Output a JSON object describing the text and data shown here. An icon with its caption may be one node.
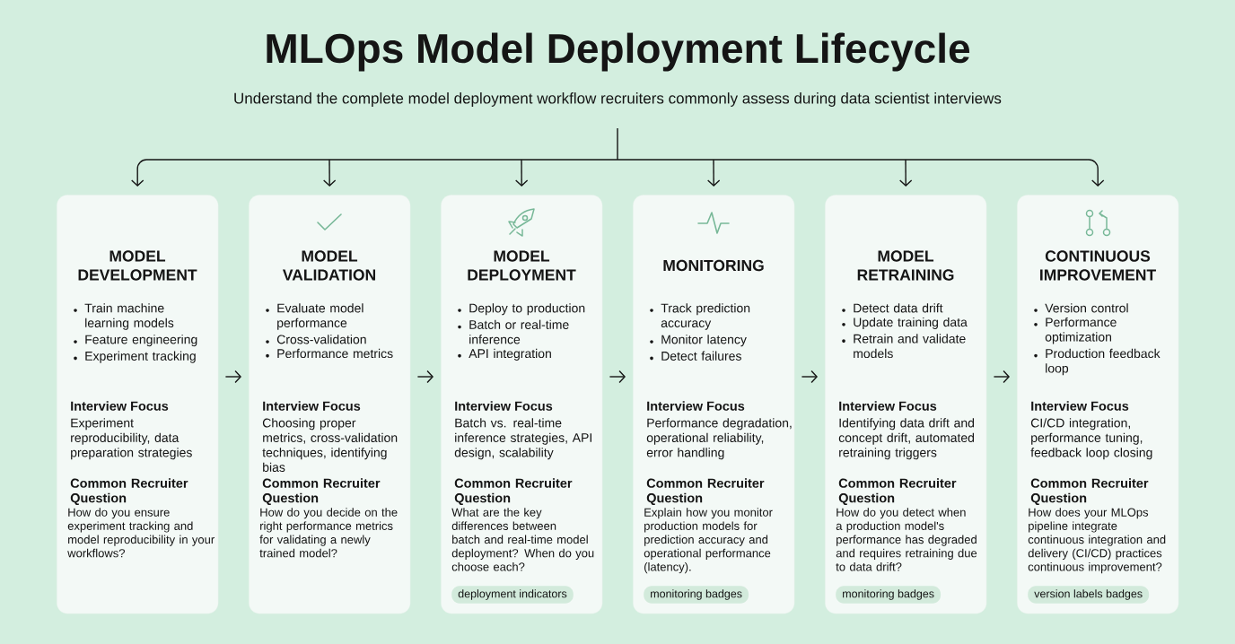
{
  "diagram": {
    "title": "MLOps Model Deployment Lifecycle",
    "caption": "Understand the complete model deployment workflow recruiters commonly assess during data scientist interviews",
    "nodes": [
      {
        "text": [
          "MODEL DEVELOPMENT",
          "Train machine learning models",
          "Feature engineering",
          "Experiment tracking",
          "Interview Focus",
          "Experiment reproducibility, data preparation strategies",
          "Common Recruiter Question",
          "How do you ensure experiment tracking and model reproducibility in your workflows?"
        ]
      },
      {
        "text": [
          "MODEL VALIDATION",
          "Evaluate model performance",
          "Cross-validation",
          "Performance metrics",
          "Interview Focus",
          "Choosing proper metrics, cross-validation techniques, identifying bias",
          "Common Recruiter Question",
          "How do you decide on the right performance metrics for validating a newly trained model?"
        ]
      },
      {
        "text": [
          "MODEL DEPLOYMENT",
          "Deploy to production",
          "Batch or real-time inference",
          "API integration",
          "Interview Focus",
          "Batch vs. real-time inference strategies, API design, scalability",
          "Common Recruiter Question",
          "What are the key differences between batch and real-time model deployment? When do you choose each?"
        ]
      },
      {
        "text": [
          "deployment indicators"
        ],
        "in": 2
      },
      {
        "text": [
          "MONITORING",
          "Track prediction accuracy",
          "Monitor latency",
          "Detect failures",
          "Interview Focus",
          "Performance degradation, operational reliability, error handling",
          "Common Recruiter Question",
          "Explain how you monitor production models for prediction accuracy and operational performance (latency)."
        ]
      },
      {
        "text": [
          "monitoring badges"
        ],
        "in": 4
      },
      {
        "text": [
          "MODEL RETRAINING",
          "Detect data drift",
          "Update training data",
          "Retrain and validate models",
          "Interview Focus",
          "Identifying data drift and concept drift, automated retraining triggers",
          "Common Recruiter Question",
          "How do you detect when a production model's performance has degraded and requires retraining due to data drift?"
        ]
      },
      {
        "text": [
          "monitoring badges"
        ],
        "in": 6
      },
      {
        "text": [
          "CONTINUOUS IMPROVEMENT",
          "Version control",
          "Performance optimization",
          "Production feedback loop",
          "Interview Focus",
          "CI/CD integration, performance tuning, feedback loop closing",
          "Common Recruiter Question",
          "How does your MLOps pipeline integrate continuous integration and delivery (CI/CD) practices continuous improvement?"
        ]
      },
      {
        "text": [
          "version labels badges"
        ],
        "in": 8
      }
    ],
    "edges": [
      {
        "from": null,
        "to": 0,
        "arrow": "to"
      },
      {
        "from": null,
        "to": 1,
        "arrow": "to"
      },
      {
        "from": null,
        "to": 2,
        "arrow": "to"
      },
      {
        "from": null,
        "to": 4,
        "arrow": "to"
      },
      {
        "from": null,
        "to": 6,
        "arrow": "to"
      },
      {
        "from": null,
        "to": 8,
        "arrow": "to"
      },
      {
        "from": 0,
        "to": 1,
        "arrow": "to"
      },
      {
        "from": 1,
        "to": 2,
        "arrow": "to"
      },
      {
        "from": 2,
        "to": 4,
        "arrow": "to"
      },
      {
        "from": 4,
        "to": 6,
        "arrow": "to"
      },
      {
        "from": 6,
        "to": 8,
        "arrow": "to"
      }
    ]
  }
}
